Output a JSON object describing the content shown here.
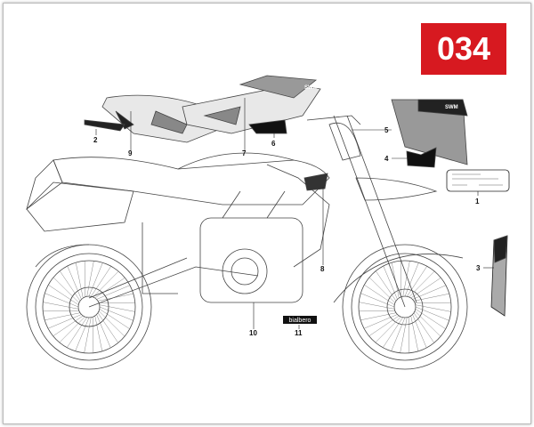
{
  "diagram_code": "034",
  "accent_color": "#d71920",
  "callouts": [
    "1",
    "2",
    "3",
    "4",
    "5",
    "6",
    "7",
    "8",
    "9",
    "10",
    "11"
  ],
  "decal_text": {
    "brand": "SWM",
    "lettering": "bialbero"
  }
}
